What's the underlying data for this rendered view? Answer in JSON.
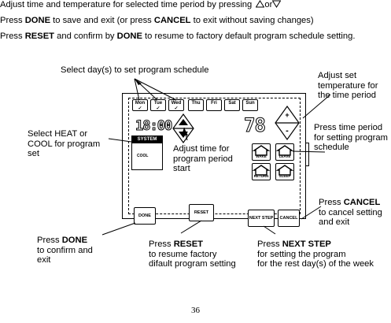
{
  "intro": {
    "line1_text": "Adjust time and temperature for selected time period by pressing",
    "line1_or": "or",
    "line2_pre": "Press ",
    "line2_bold1": "DONE",
    "line2_mid": " to save and exit (or press ",
    "line2_bold2": "CANCEL",
    "line2_post": " to exit without saving changes)",
    "line3_pre": "Press ",
    "line3_bold1": "RESET",
    "line3_mid": " and confirm by ",
    "line3_bold2": "DONE",
    "line3_post": " to resume to factory default program schedule setting."
  },
  "callouts": {
    "select_days": "Select day(s) to set program schedule",
    "adjust_set_temp": "Adjust set\ntemperature for\nthe time period",
    "select_heat_cool": "Select HEAT or\nCOOL for program\nset",
    "adjust_time": "Adjust time for\nprogram period\nstart",
    "press_time_period": "Press time period\nfor setting program\nschedule",
    "cancel_pre": "Press ",
    "cancel_bold": "CANCEL",
    "cancel_post": "to cancel setting\nand exit",
    "done_pre": "Press ",
    "done_bold": "DONE",
    "done_post": "to confirm and\nexit",
    "reset_pre": "Press ",
    "reset_bold": "RESET",
    "reset_post": "to resume factory\ndifault program setting",
    "next_pre": "Press ",
    "next_bold": "NEXT STEP",
    "next_post": "for setting the program\nfor the rest day(s) of the week"
  },
  "device": {
    "days": [
      "Mon",
      "Tue",
      "Wed",
      "Thu",
      "Fri",
      "Sat",
      "Sun"
    ],
    "time_display": "18:00",
    "temp_display": "78",
    "system_header": "SYSTEM",
    "system_option": "COOL",
    "arrow_up": "+",
    "arrow_down": "-",
    "period_buttons": [
      "WAKE",
      "LEAVE",
      "RETURN",
      "SLEEP"
    ],
    "bottom_buttons": {
      "done": "DONE",
      "reset": "RESET",
      "next_step": "NEXT STEP",
      "cancel": "CANCEL"
    }
  },
  "page_number": "36"
}
